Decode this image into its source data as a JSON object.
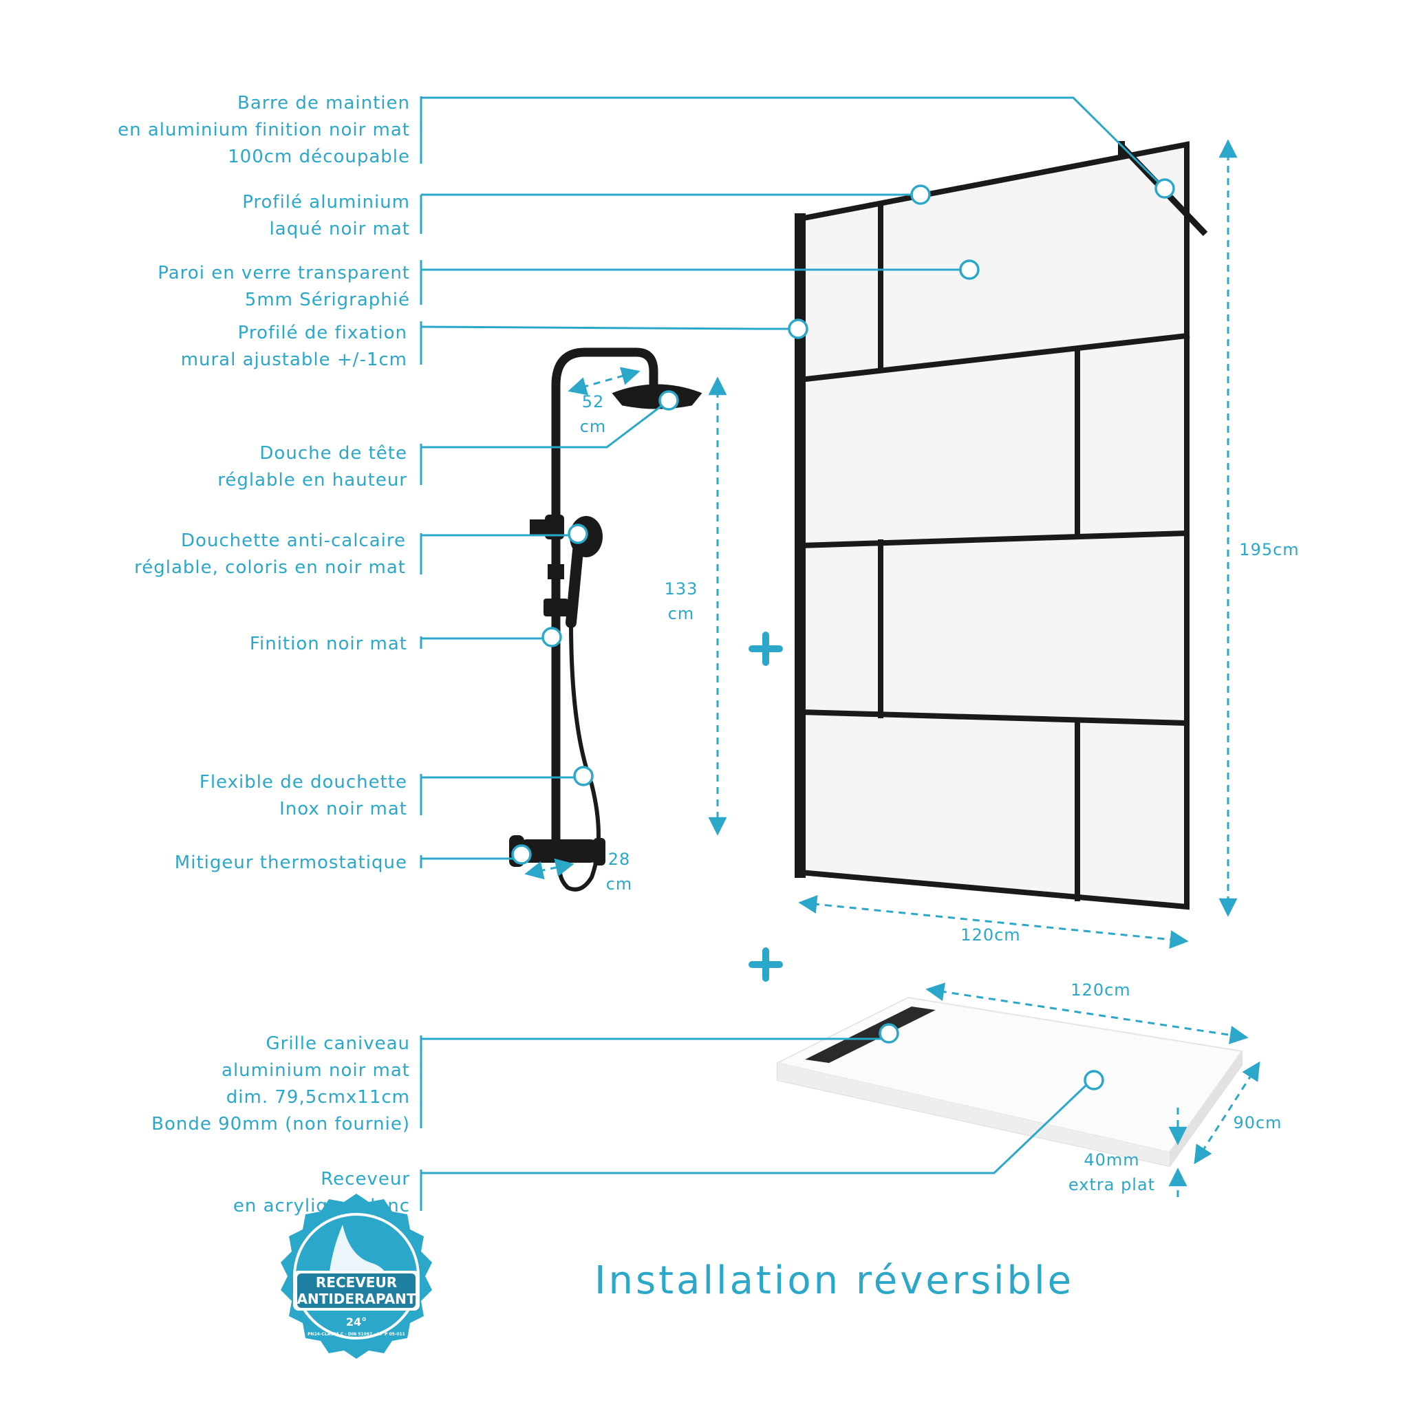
{
  "labels": {
    "barre": [
      "Barre de maintien",
      "en aluminium finition noir mat",
      "100cm découpable"
    ],
    "profile": [
      "Profilé aluminium",
      "laqué noir mat"
    ],
    "paroi": [
      "Paroi en verre transparent",
      "5mm Sérigraphié"
    ],
    "fixation": [
      "Profilé de fixation",
      "mural ajustable +/-1cm"
    ],
    "douche_tete": [
      "Douche de tête",
      "réglable en hauteur"
    ],
    "douchette": [
      "Douchette anti-calcaire",
      "réglable, coloris en noir mat"
    ],
    "finition": [
      "Finition noir mat"
    ],
    "flexible": [
      "Flexible de douchette",
      "Inox noir mat"
    ],
    "mitigeur": [
      "Mitigeur thermostatique"
    ],
    "grille": [
      "Grille caniveau",
      "aluminium noir mat",
      "dim. 79,5cmx11cm",
      "Bonde 90mm (non fournie)"
    ],
    "receveur": [
      "Receveur",
      "en acrylique blanc"
    ]
  },
  "dimensions": {
    "head_width": [
      "52",
      "cm"
    ],
    "column_height": [
      "133",
      "cm"
    ],
    "mixer_width": [
      "28",
      "cm"
    ],
    "panel_height": "195cm",
    "panel_width": "120cm",
    "tray_width": "120cm",
    "tray_depth": "90cm",
    "tray_height": [
      "40mm",
      "extra plat"
    ]
  },
  "title": "Installation réversible",
  "badge": {
    "line1": "RECEVEUR",
    "line2": "ANTIDERAPANT",
    "degree": "24°",
    "small": "PN24-CLASSE C - DIN 51097 - NF P 05-011"
  },
  "colors": {
    "accent": "#2aa7c9",
    "frame": "#1a1a1a",
    "glass": "#f4f4f4",
    "badge_bg": "#2aa7c9",
    "badge_dark": "#1f7fa0"
  }
}
